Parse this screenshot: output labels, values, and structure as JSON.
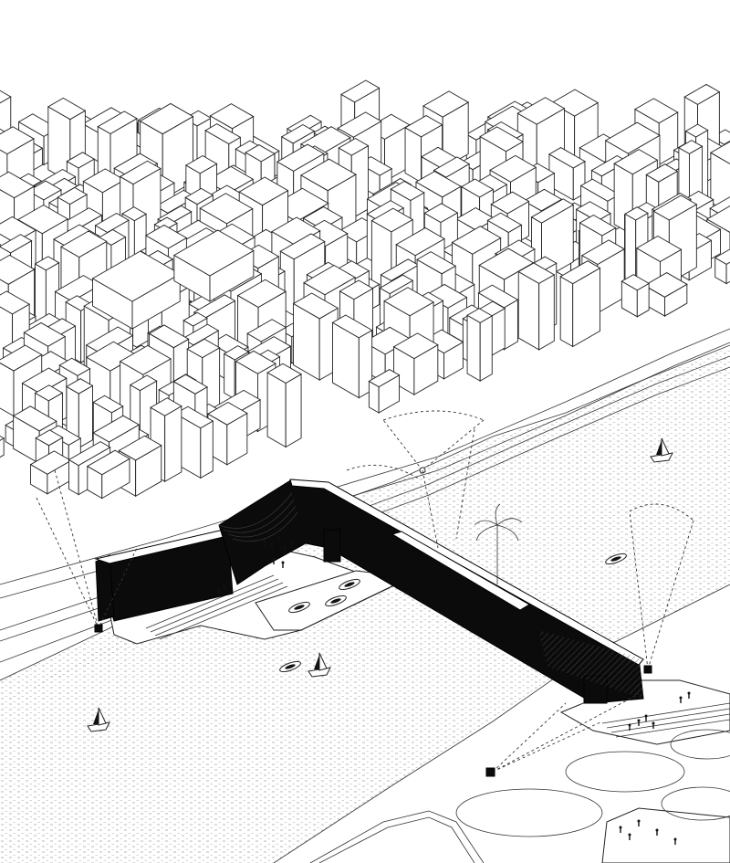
{
  "figure": {
    "elements": [
      "city-blocks",
      "riverbank-road",
      "river-water",
      "bridge-building",
      "left-building-block",
      "plaza-steps",
      "viewpoint-markers",
      "sailboats",
      "rowboats",
      "people-figures",
      "palm-tree",
      "oval-water-pools"
    ],
    "colors": {
      "ink": "#222222",
      "building_black": "#0b0b0b",
      "background": "#ffffff",
      "water_dots": "#9a9a9a"
    }
  }
}
